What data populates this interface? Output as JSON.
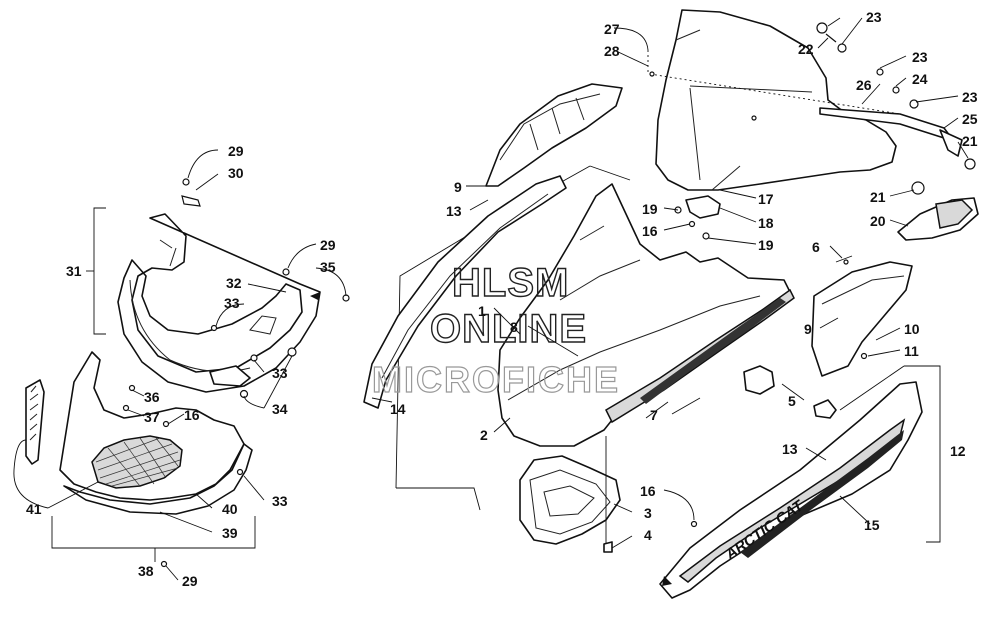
{
  "watermark": {
    "line1": "HLSM",
    "line2": "ONLINE",
    "line3": "MICROFICHE"
  },
  "decal": {
    "brand": "ARCTIC CAT"
  },
  "callouts": {
    "c1": "1",
    "c2": "2",
    "c3": "3",
    "c4": "4",
    "c5": "5",
    "c6": "6",
    "c7": "7",
    "c8": "8",
    "c9a": "9",
    "c9b": "9",
    "c10": "10",
    "c11": "11",
    "c12": "12",
    "c13a": "13",
    "c13b": "13",
    "c14": "14",
    "c15": "15",
    "c16a": "16",
    "c16b": "16",
    "c16c": "16",
    "c17": "17",
    "c18": "18",
    "c19a": "19",
    "c19b": "19",
    "c20": "20",
    "c21a": "21",
    "c21b": "21",
    "c22": "22",
    "c23a": "23",
    "c23b": "23",
    "c23c": "23",
    "c24": "24",
    "c25": "25",
    "c26": "26",
    "c27": "27",
    "c28": "28",
    "c29a": "29",
    "c29b": "29",
    "c29c": "29",
    "c30": "30",
    "c31": "31",
    "c32": "32",
    "c33a": "33",
    "c33b": "33",
    "c33c": "33",
    "c34": "34",
    "c35": "35",
    "c36": "36",
    "c37": "37",
    "c38": "38",
    "c39": "39",
    "c40": "40",
    "c41": "41"
  }
}
